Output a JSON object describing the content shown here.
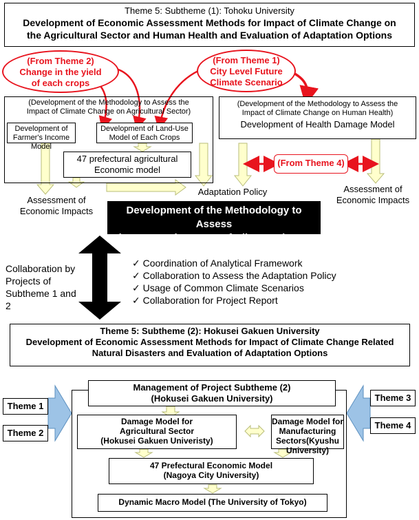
{
  "top": {
    "header_line1": "Theme 5: Subtheme (1): Tohoku University",
    "header_line2": "Development of Economic Assessment Methods for Impact of Climate Change on",
    "header_line3": "the Agricultural Sector and Human Health and Evaluation of Adaptation Options"
  },
  "from_theme2": {
    "line1": "(From Theme 2)",
    "line2": "Change in the yield",
    "line3": "of each crops"
  },
  "from_theme1": {
    "line1": "(From Theme 1)",
    "line2": "City Level Future",
    "line3": "Climate Scenario"
  },
  "agri": {
    "title_line1": "(Development of the Methodology to Assess the",
    "title_line2": "Impact of Climate Change on Agricultural Sector)",
    "farmer_line1": "Development of",
    "farmer_line2": "Farmer's Income Model",
    "landuse_line1": "Development of Land-Use",
    "landuse_line2": "Model of Each Crops",
    "pref_line1": "47 prefectural agricultural",
    "pref_line2": "Economic model"
  },
  "health": {
    "title_line1": "(Development of the Methodology to Assess the",
    "title_line2": "Impact of Climate Change on Human Health)",
    "model": "Development of Health Damage Model"
  },
  "from_theme4": "(From Theme 4)",
  "assess_left": {
    "line1": "Assessment of",
    "line2": "Economic Impacts"
  },
  "assess_right": {
    "line1": "Assessment of",
    "line2": "Economic Impacts"
  },
  "adaptation_policy": "Adaptation Policy",
  "methodology": {
    "line1": "Development of the Methodology to Assess",
    "line2": "the Economic Impact of Climate Change"
  },
  "collab": {
    "label_line1": "Collaboration by",
    "label_line2": "Projects of",
    "label_line3": "Subtheme 1 and 2",
    "items": [
      "Coordination of Analytical Framework",
      "Collaboration to Assess the Adaptation Policy",
      "Usage of Common Climate Scenarios",
      "Collaboration for Project Report"
    ]
  },
  "sub2": {
    "header_line1": "Theme 5: Subtheme (2): Hokusei Gakuen University",
    "header_line2": "Development of Economic Assessment Methods for Impact of Climate Change Related",
    "header_line3": "Natural Disasters and Evaluation of Adaptation Options"
  },
  "themes": {
    "t1": "Theme 1",
    "t2": "Theme 2",
    "t3": "Theme 3",
    "t4": "Theme 4"
  },
  "mgmt": {
    "line1": "Management of Project Subtheme (2)",
    "line2": "(Hokusei Gakuen University)"
  },
  "dmg_agri": {
    "line1": "Damage Model for",
    "line2": "Agricultural Sector",
    "line3": "(Hokusei Gakuen Univeristy)"
  },
  "dmg_manu": {
    "line1": "Damage Model for",
    "line2": "Manufacturing",
    "line3": "Sectors(Kyushu University)"
  },
  "pref47": {
    "line1": "47 Prefectural Economic Model",
    "line2": "(Nagoya City University)"
  },
  "macro": "Dynamic Macro Model (The University of Tokyo)",
  "colors": {
    "accent_red": "#e8141e",
    "arrow_fill": "#ffffcc",
    "arrow_stroke": "#b9bd7a",
    "blue_arrow": "#9dc3e6"
  }
}
